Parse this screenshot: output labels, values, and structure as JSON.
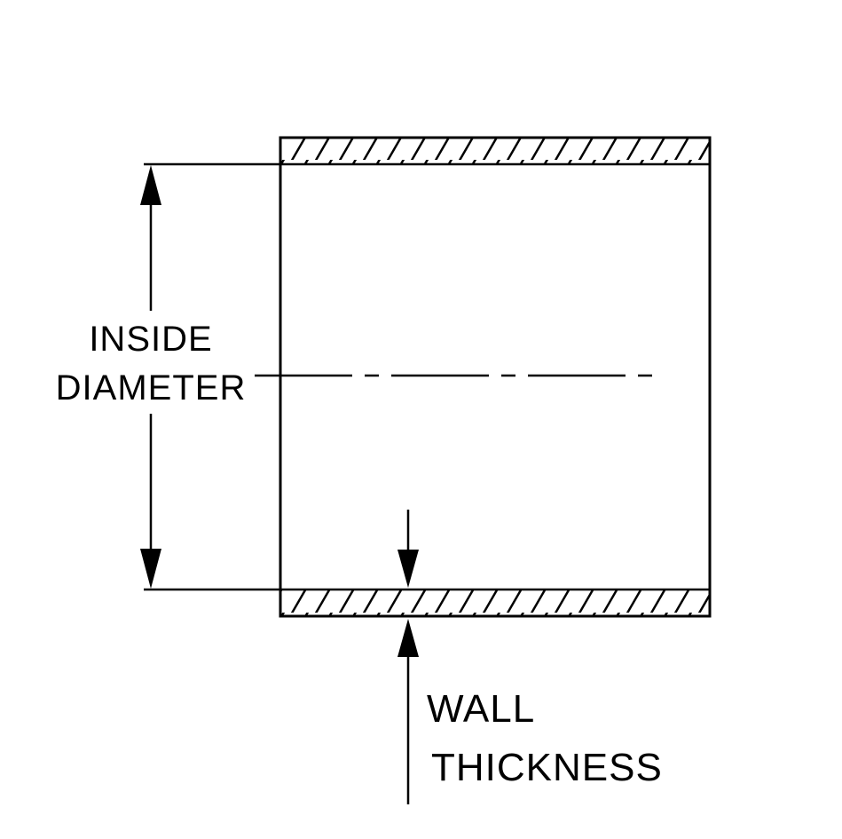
{
  "diagram": {
    "labels": {
      "inside_line1": "INSIDE",
      "inside_line2": "DIAMETER",
      "wall_line1": "WALL",
      "wall_line2": "THICKNESS"
    },
    "colors": {
      "line": "#000000",
      "background": "#ffffff"
    }
  }
}
